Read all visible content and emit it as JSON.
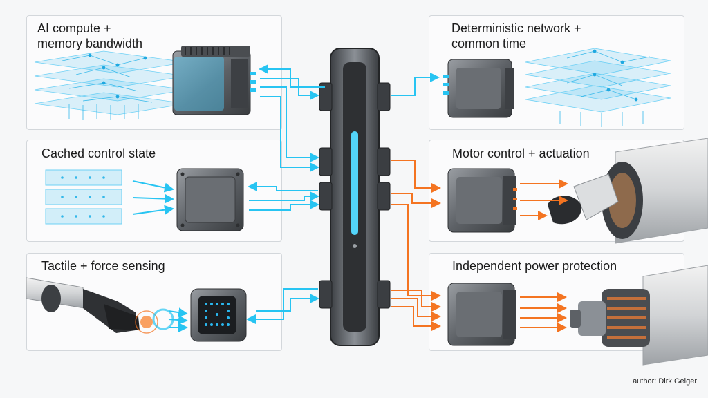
{
  "panels": {
    "ai_compute": {
      "title": "AI compute +\nmemory bandwidth"
    },
    "cached_state": {
      "title": "Cached control state"
    },
    "tactile": {
      "title": "Tactile + force sensing"
    },
    "network": {
      "title": "Deterministic network +\ncommon time"
    },
    "motor": {
      "title": "Motor control + actuation"
    },
    "power": {
      "title": "Independent power protection"
    }
  },
  "author": "author: Dirk Geiger",
  "colors": {
    "data_flow": "#27c4f2",
    "power_flow": "#f47421",
    "module": "#55595d",
    "panel_border": "#d3d7db"
  }
}
